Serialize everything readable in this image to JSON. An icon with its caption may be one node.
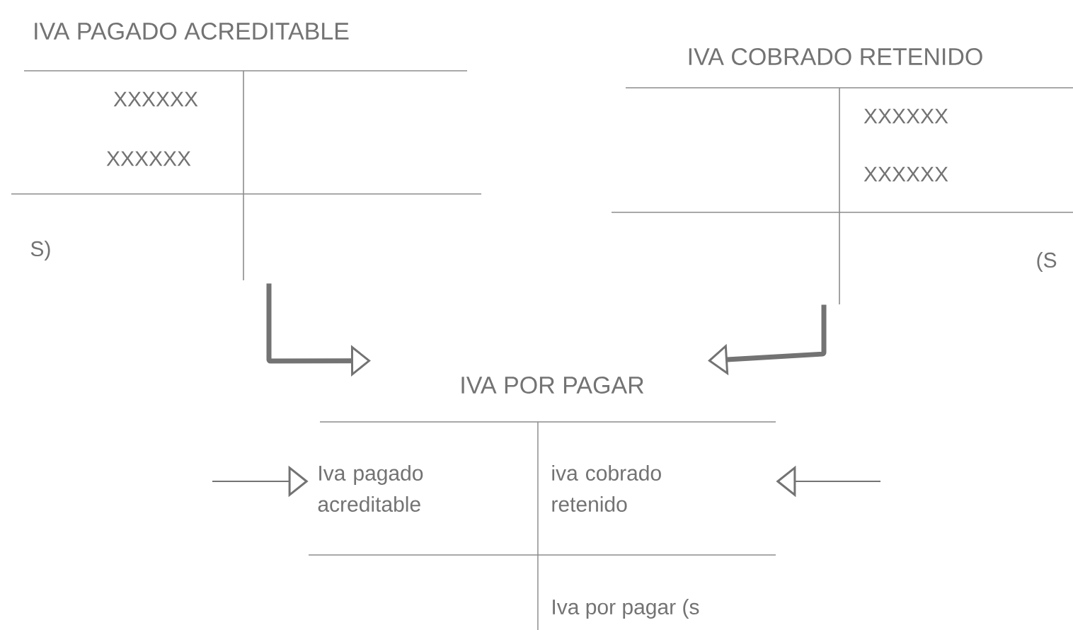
{
  "diagram": {
    "nodes": [
      {
        "text": [
          "IVA PAGADO ACREDITABLE",
          "XXXXXX",
          "XXXXXX",
          "S)"
        ]
      },
      {
        "text": [
          "IVA COBRADO RETENIDO",
          "XXXXXX",
          "XXXXXX",
          "(S"
        ]
      },
      {
        "text": [
          "IVA POR PAGAR",
          "Iva pagado acreditable",
          "iva cobrado retenido",
          "Iva por pagar (s"
        ]
      }
    ],
    "edges": [
      {
        "from": 0,
        "to": 2,
        "arrow": "to",
        "style": "thick"
      },
      {
        "from": 1,
        "to": 2,
        "arrow": "to",
        "style": "thick"
      },
      {
        "from": null,
        "to": 2,
        "arrow": "to"
      },
      {
        "from": null,
        "to": 2,
        "arrow": "to"
      }
    ]
  }
}
